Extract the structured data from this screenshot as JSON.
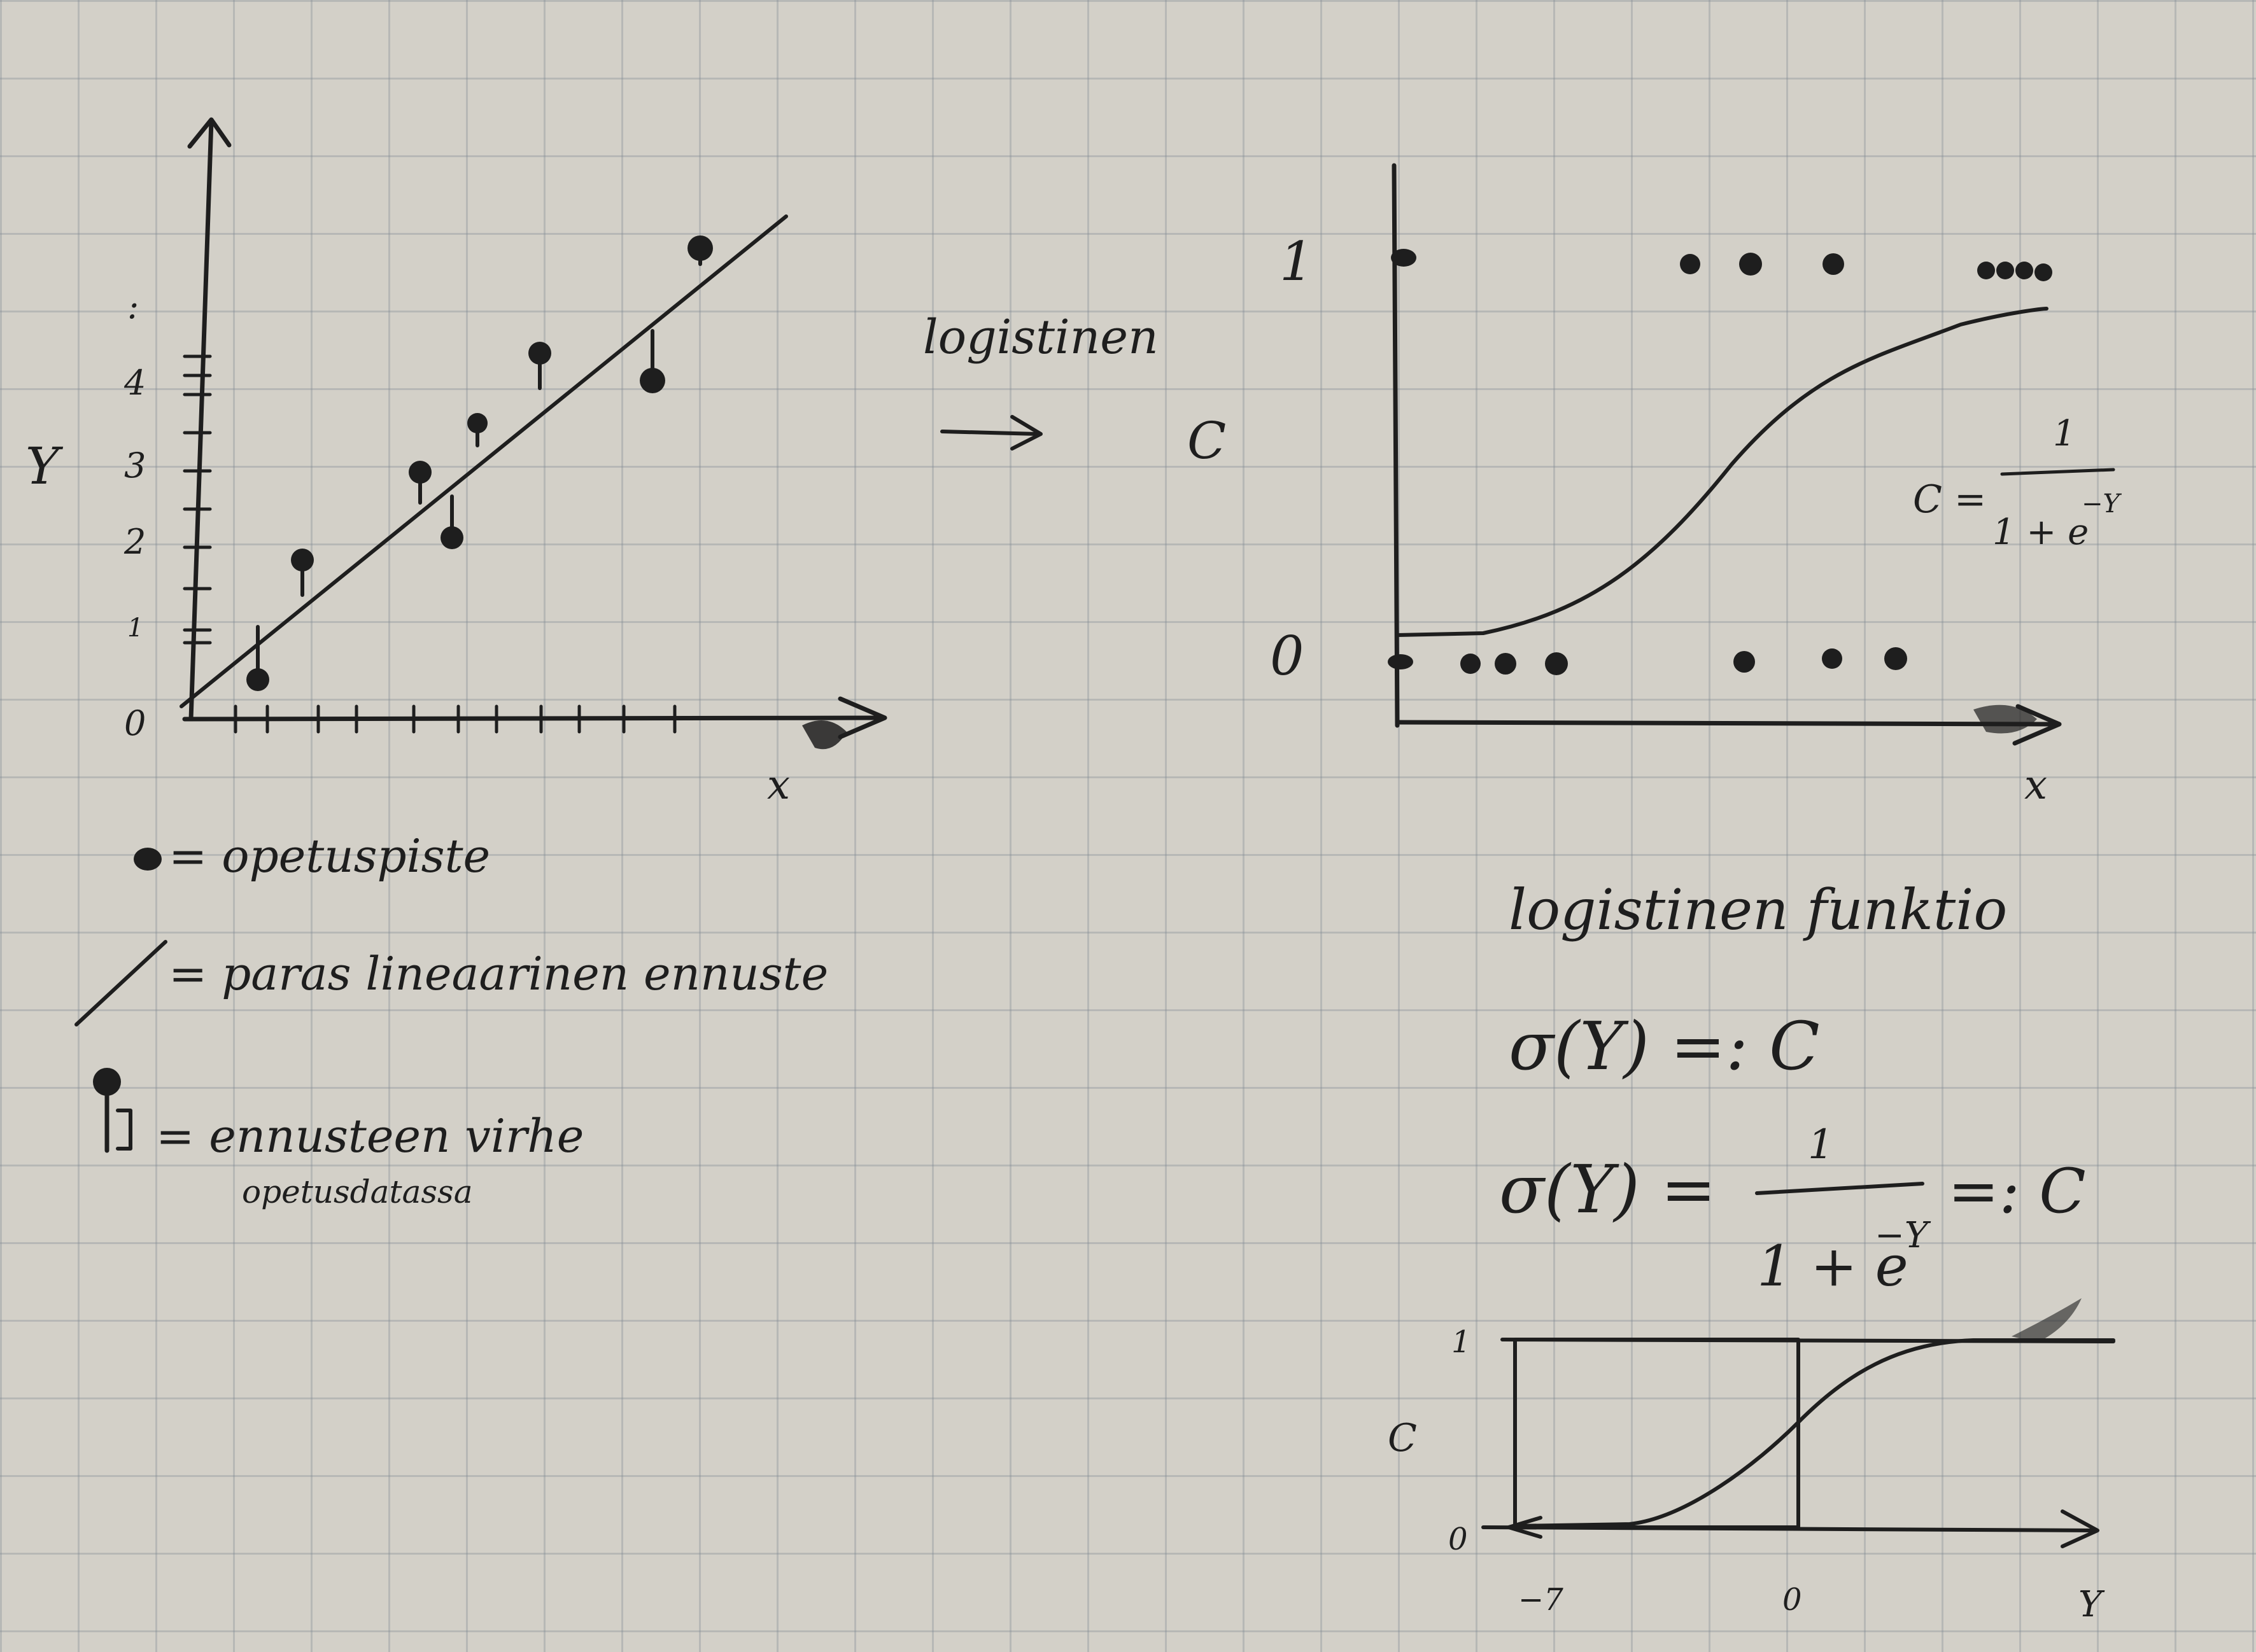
{
  "left_plot": {
    "y_axis_label": "Y",
    "x_axis_label": "x",
    "y_ticks": [
      "0",
      "1",
      "2",
      "3",
      "4"
    ],
    "y_dots": ":"
  },
  "arrow_label": "logistinen",
  "arrow_symbol": "⟶",
  "legend": {
    "training_point": "= opetuspiste",
    "best_linear": "= paras lineaarinen ennuste",
    "error_line1": "= ennusteen virhe",
    "error_line2": "opetusdatassa"
  },
  "right_plot": {
    "y_axis_label": "C",
    "tick_top": "1",
    "tick_bottom": "0",
    "x_axis_label": "x",
    "formula_lhs": "C =",
    "formula_num": "1",
    "formula_den": "1 + e",
    "formula_exp": "−Y"
  },
  "logistic": {
    "title": "logistinen funktio",
    "line1": "σ(Y) =: C",
    "line2_lhs": "σ(Y) =",
    "line2_num": "1",
    "line2_den": "1 + e",
    "line2_exp": "−Y",
    "line2_rhs": "=: C"
  },
  "small_plot": {
    "y_axis_label": "C",
    "tick_1": "1",
    "tick_0": "0",
    "x_tick_neg": "−7",
    "x_tick_zero": "0",
    "x_axis_label": "Y"
  }
}
